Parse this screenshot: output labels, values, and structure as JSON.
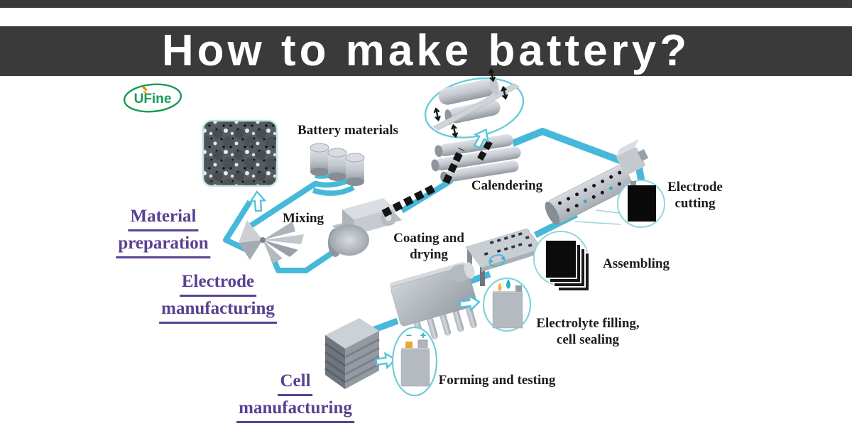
{
  "header": {
    "title": "How to make battery?"
  },
  "logo": {
    "text": "UFine"
  },
  "phases": [
    {
      "id": "material-preparation",
      "lines": [
        "Material",
        "preparation"
      ]
    },
    {
      "id": "electrode-manufacturing",
      "lines": [
        "Electrode",
        "manufacturing"
      ]
    },
    {
      "id": "cell-manufacturing",
      "lines": [
        "Cell",
        "manufacturing"
      ]
    }
  ],
  "steps": [
    {
      "id": "battery-materials",
      "lines": [
        "Battery materials"
      ]
    },
    {
      "id": "mixing",
      "lines": [
        "Mixing"
      ]
    },
    {
      "id": "coating-drying",
      "lines": [
        "Coating and",
        "drying"
      ]
    },
    {
      "id": "calendering",
      "lines": [
        "Calendering"
      ]
    },
    {
      "id": "electrode-cutting",
      "lines": [
        "Electrode",
        "cutting"
      ]
    },
    {
      "id": "assembling",
      "lines": [
        "Assembling"
      ]
    },
    {
      "id": "electrolyte-filling",
      "lines": [
        "Electrolyte filling,",
        "cell sealing"
      ]
    },
    {
      "id": "forming-testing",
      "lines": [
        "Forming and testing"
      ]
    }
  ],
  "cell_terminals": {
    "minus": "−",
    "plus": "+"
  },
  "colors": {
    "header_bar": "#3a3a3a",
    "title_text": "#ffffff",
    "flow_line": "#46b9da",
    "phase_text": "#5a4193",
    "step_text": "#1c1c1c",
    "film_strip": "#141414",
    "callout_stroke": "#7fd4dc",
    "logo_green": "#169a55",
    "logo_accent": "#f08a00"
  }
}
